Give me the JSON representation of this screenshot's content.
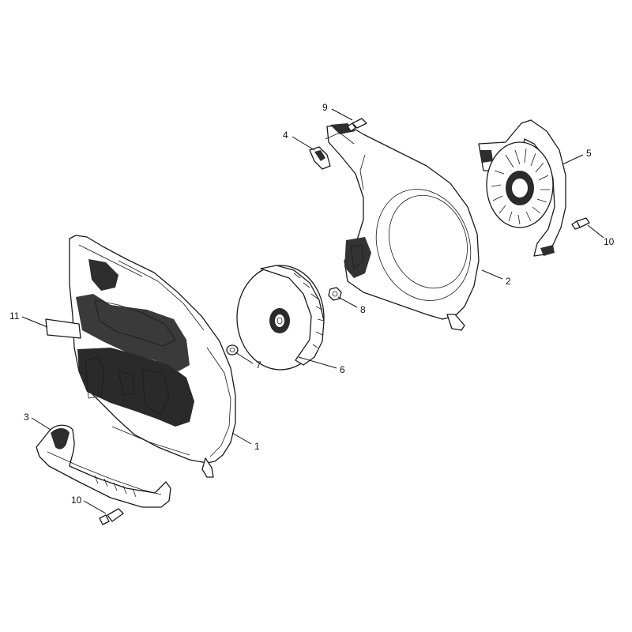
{
  "callouts": [
    {
      "id": "1",
      "label": "1"
    },
    {
      "id": "2",
      "label": "2"
    },
    {
      "id": "3",
      "label": "3"
    },
    {
      "id": "4",
      "label": "4"
    },
    {
      "id": "5",
      "label": "5"
    },
    {
      "id": "6",
      "label": "6"
    },
    {
      "id": "7",
      "label": "7"
    },
    {
      "id": "8",
      "label": "8"
    },
    {
      "id": "9",
      "label": "9"
    },
    {
      "id": "10a",
      "label": "10"
    },
    {
      "id": "10b",
      "label": "10"
    },
    {
      "id": "11",
      "label": "11"
    }
  ],
  "colors": {
    "ink": "#111111",
    "part_fill": "#ffffff",
    "shade": "#3a3a3a"
  }
}
